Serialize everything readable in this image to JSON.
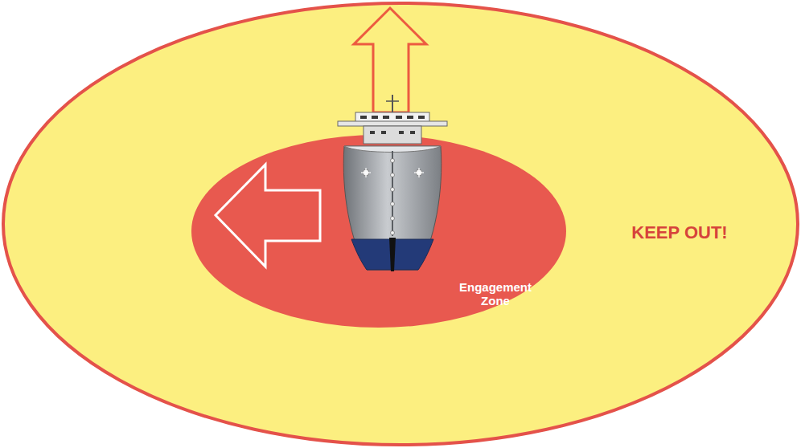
{
  "diagram": {
    "nodes": [
      {
        "text": [
          "KEEP OUT!"
        ]
      },
      {
        "text": [
          "Engagement Zone"
        ],
        "in": 0
      }
    ]
  }
}
